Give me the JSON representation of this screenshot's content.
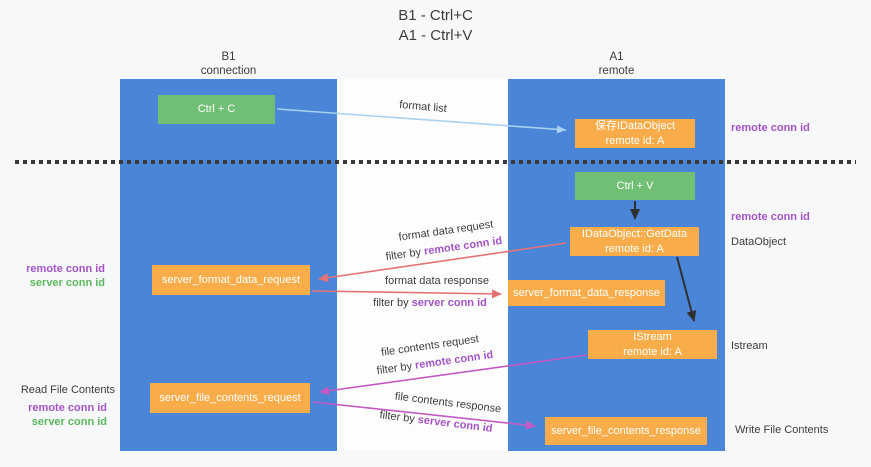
{
  "title": {
    "line1": "B1 - Ctrl+C",
    "line2": "A1 - Ctrl+V"
  },
  "columns": {
    "left": {
      "name": "B1",
      "role": "connection"
    },
    "right": {
      "name": "A1",
      "role": "remote"
    }
  },
  "nodes": {
    "ctrl_c": "Ctrl + C",
    "ctrl_v": "Ctrl + V",
    "save_idataobject": {
      "line1": "保存IDataObject",
      "line2": "remote id: A"
    },
    "getdata": {
      "line1": "IDataObject::GetData",
      "line2": "remote id: A"
    },
    "istream": {
      "line1": "IStream",
      "line2": "remote id: A"
    },
    "format_request": "server_format_data_request",
    "format_response": "server_format_data_response",
    "file_request": "server_file_contents_request",
    "file_response": "server_file_contents_response"
  },
  "arrow_labels": {
    "format_list": "format list",
    "format_data_request": "format data request",
    "filter_remote_1": {
      "prefix": "filter by ",
      "id": "remote conn id"
    },
    "format_data_response": "format data response",
    "filter_server_1": {
      "prefix": "filter by ",
      "id": "server conn id"
    },
    "file_contents_request": "file contents request",
    "filter_remote_2": {
      "prefix": "filter by ",
      "id": "remote conn id"
    },
    "file_contents_response": "file contents response",
    "filter_server_2": {
      "prefix": "filter by ",
      "id": "server conn id"
    }
  },
  "side_labels": {
    "right_remote_conn_top": "remote conn id",
    "right_remote_conn_mid": "remote conn id",
    "dataobject": "DataObject",
    "istream": "Istream",
    "write_file_contents": "Write File Contents",
    "left_remote_conn_1": "remote conn id",
    "left_server_conn_1": "server conn id",
    "read_file_contents": "Read File Contents",
    "left_remote_conn_2": "remote conn id",
    "left_server_conn_2": "server conn id"
  },
  "colors": {
    "background": "#f7f8fa",
    "column_blue": "#4a85d8",
    "box_green": "#71bf74",
    "box_orange": "#f9ad4a",
    "arrow_light_blue": "#a9d2f0",
    "arrow_black": "#303030",
    "arrow_salmon": "#e57373",
    "arrow_magenta": "#c45ac4",
    "text_purple": "#a454c4",
    "text_green": "#5cb85c",
    "text_dark": "#3d3d3d"
  }
}
